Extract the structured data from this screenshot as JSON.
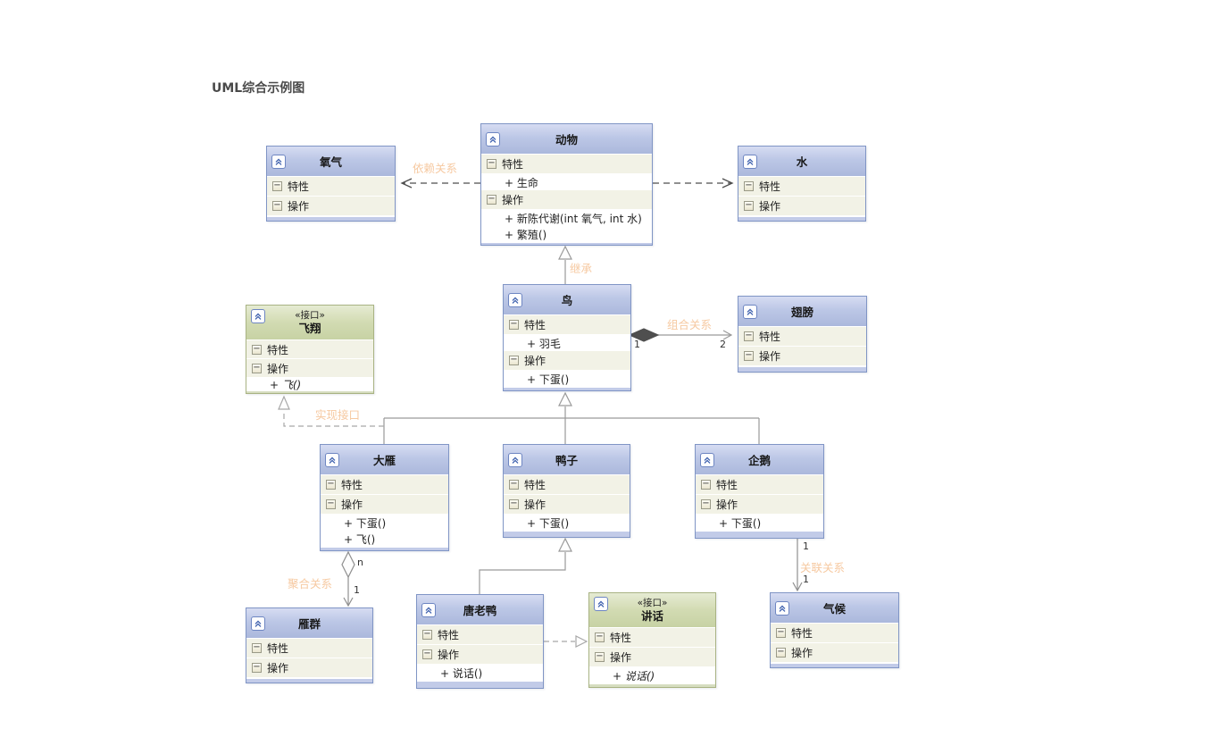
{
  "title": "UML综合示例图",
  "section_labels": {
    "attrs": "特性",
    "ops": "操作"
  },
  "classes": [
    {
      "name": "氧气"
    },
    {
      "name": "动物",
      "attrs": [
        "+ 生命"
      ],
      "ops": [
        "+ 新陈代谢(int 氧气, int 水)",
        "+ 繁殖()"
      ]
    },
    {
      "name": "水"
    },
    {
      "stereotype": "«接口»",
      "name": "飞翔",
      "ops": [
        "+ 飞()"
      ]
    },
    {
      "name": "鸟",
      "attrs": [
        "+ 羽毛"
      ],
      "ops": [
        "+ 下蛋()"
      ]
    },
    {
      "name": "翅膀"
    },
    {
      "name": "大雁",
      "ops": [
        "+ 下蛋()",
        "+ 飞()"
      ]
    },
    {
      "name": "鸭子",
      "ops": [
        "+ 下蛋()"
      ]
    },
    {
      "name": "企鹅",
      "ops": [
        "+ 下蛋()"
      ]
    },
    {
      "name": "雁群"
    },
    {
      "name": "唐老鸭",
      "ops": [
        "+ 说话()"
      ]
    },
    {
      "stereotype": "«接口»",
      "name": "讲话",
      "ops": [
        "+ 说话()"
      ]
    },
    {
      "name": "气候"
    }
  ],
  "relations": {
    "dependency": {
      "label": "依赖关系"
    },
    "inheritance": {
      "label": "继承"
    },
    "composition": {
      "label": "组合关系",
      "source_mult": "1",
      "target_mult": "2"
    },
    "realization": {
      "label": "实现接口"
    },
    "aggregation": {
      "label": "聚合关系",
      "source_mult": "n",
      "target_mult": "1"
    },
    "association": {
      "label": "关联关系",
      "source_mult": "1",
      "target_mult": "1"
    }
  },
  "colors": {
    "relation_label": "#f6c9a1",
    "class_header": "#b7c2e2",
    "interface_header": "#d2dbb2",
    "border": "#8095c5"
  }
}
